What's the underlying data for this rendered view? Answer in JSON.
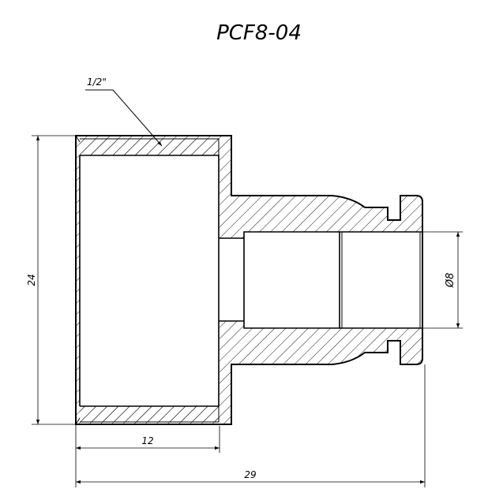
{
  "title": "PCF8-04",
  "thread_label": "1/2\"",
  "dimensions": {
    "height": "24",
    "thread_depth": "12",
    "overall_length": "29",
    "bore_diameter": "Ø8"
  }
}
